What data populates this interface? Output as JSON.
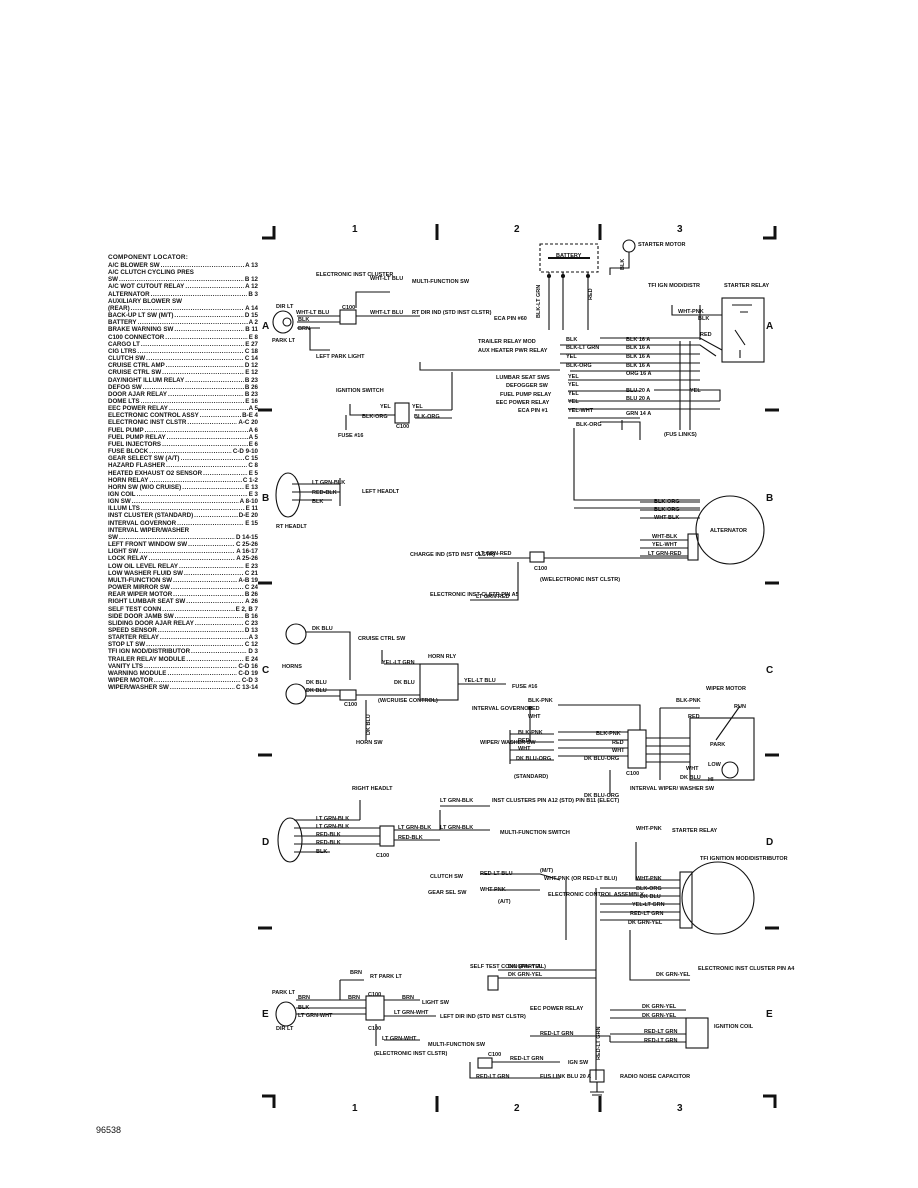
{
  "locator": {
    "title": "COMPONENT LOCATOR:",
    "items": [
      {
        "name": "A/C BLOWER SW",
        "ref": "A 13"
      },
      {
        "name": "A/C CLUTCH CYCLING PRES",
        "ref": ""
      },
      {
        "name": "   SW",
        "ref": "B 12"
      },
      {
        "name": "A/C WOT CUTOUT RELAY",
        "ref": "A 12"
      },
      {
        "name": "ALTERNATOR",
        "ref": "B 3"
      },
      {
        "name": "AUXILIARY BLOWER SW",
        "ref": ""
      },
      {
        "name": "   (REAR)",
        "ref": "A 14"
      },
      {
        "name": "BACK-UP LT SW (M/T)",
        "ref": "D 15"
      },
      {
        "name": "BATTERY",
        "ref": "A 2"
      },
      {
        "name": "BRAKE WARNING SW",
        "ref": "B 11"
      },
      {
        "name": "C100 CONNECTOR",
        "ref": "E 8"
      },
      {
        "name": "CARGO LT",
        "ref": "E 27"
      },
      {
        "name": "CIG LTRS",
        "ref": "C 18"
      },
      {
        "name": "CLUTCH SW",
        "ref": "C 14"
      },
      {
        "name": "CRUISE CTRL AMP",
        "ref": "D 12"
      },
      {
        "name": "CRUISE CTRL SW",
        "ref": "E 12"
      },
      {
        "name": "DAY/NIGHT ILLUM RELAY",
        "ref": "B 23"
      },
      {
        "name": "DEFOG SW",
        "ref": "B 26"
      },
      {
        "name": "DOOR AJAR RELAY",
        "ref": "B 23"
      },
      {
        "name": "DOME LTS",
        "ref": "E 16"
      },
      {
        "name": "EEC POWER RELAY",
        "ref": "A 5"
      },
      {
        "name": "ELECTRONIC CONTROL ASSY",
        "ref": "B-E 4"
      },
      {
        "name": "ELECTRONIC INST CLSTR",
        "ref": "A-C 20"
      },
      {
        "name": "FUEL PUMP",
        "ref": "A 6"
      },
      {
        "name": "FUEL PUMP RELAY",
        "ref": "A 5"
      },
      {
        "name": "FUEL INJECTORS",
        "ref": "E 6"
      },
      {
        "name": "FUSE BLOCK",
        "ref": "C-D 9-10"
      },
      {
        "name": "GEAR SELECT SW (A/T)",
        "ref": "C 15"
      },
      {
        "name": "HAZARD FLASHER",
        "ref": "C 8"
      },
      {
        "name": "HEATED EXHAUST O2 SENSOR",
        "ref": "E 5"
      },
      {
        "name": "HORN RELAY",
        "ref": "C 1-2"
      },
      {
        "name": "HORN SW (W/O CRUISE)",
        "ref": "E 13"
      },
      {
        "name": "IGN COIL",
        "ref": "E 3"
      },
      {
        "name": "IGN SW",
        "ref": "A 8-10"
      },
      {
        "name": "ILLUM LTS",
        "ref": "E 11"
      },
      {
        "name": "INST CLUSTER (STANDARD)",
        "ref": "D-E 20"
      },
      {
        "name": "INTERVAL GOVERNOR",
        "ref": "E 15"
      },
      {
        "name": "INTERVAL WIPER/WASHER",
        "ref": ""
      },
      {
        "name": "   SW",
        "ref": "D 14-15"
      },
      {
        "name": "LEFT FRONT WINDOW SW",
        "ref": "C 25-26"
      },
      {
        "name": "LIGHT SW",
        "ref": "A 16-17"
      },
      {
        "name": "LOCK RELAY",
        "ref": "A 25-26"
      },
      {
        "name": "LOW OIL LEVEL RELAY",
        "ref": "E 23"
      },
      {
        "name": "LOW WASHER FLUID SW",
        "ref": "C 21"
      },
      {
        "name": "MULTI-FUNCTION SW",
        "ref": "A-B 19"
      },
      {
        "name": "POWER MIRROR SW",
        "ref": "C 24"
      },
      {
        "name": "REAR WIPER MOTOR",
        "ref": "B 26"
      },
      {
        "name": "RIGHT LUMBAR SEAT SW",
        "ref": "A 26"
      },
      {
        "name": "SELF TEST CONN",
        "ref": "E 2, B 7"
      },
      {
        "name": "SIDE DOOR JAMB SW",
        "ref": "B 16"
      },
      {
        "name": "SLIDING DOOR AJAR RELAY",
        "ref": "C 23"
      },
      {
        "name": "SPEED SENSOR",
        "ref": "D 13"
      },
      {
        "name": "STARTER RELAY",
        "ref": "A 3"
      },
      {
        "name": "STOP LT SW",
        "ref": "C 12"
      },
      {
        "name": "TFI IGN MOD/DISTRIBUTOR",
        "ref": "D 3"
      },
      {
        "name": "TRAILER RELAY MODULE",
        "ref": "E 24"
      },
      {
        "name": "VANITY LTS",
        "ref": "C-D 16"
      },
      {
        "name": "WARNING MODULE",
        "ref": "C-D 19"
      },
      {
        "name": "WIPER MOTOR",
        "ref": "C-D 3"
      },
      {
        "name": "WIPER/WASHER SW",
        "ref": "C 13-14"
      }
    ]
  },
  "grid": {
    "columns": [
      "1",
      "2",
      "3"
    ],
    "rows": [
      "A",
      "B",
      "C",
      "D",
      "E"
    ]
  },
  "figure_number": "96538",
  "labels": {
    "starter_motor": "STARTER MOTOR",
    "battery": "BATTERY",
    "blk": "BLK",
    "red": "RED",
    "blk_lt_grn": "BLK-LT GRN",
    "eca_pin60": "ECA PIN #60",
    "tfi_ign_mod": "TFI IGN MOD/DISTR",
    "starter_relay": "STARTER RELAY",
    "wht_pnk": "WHT-PNK",
    "electronic_inst_cluster": "ELECTRONIC INST CLUSTER",
    "wht_lt_blu": "WHT-LT BLU",
    "multi_function_sw": "MULTI-FUNCTION SW",
    "dir_lt": "DIR LT",
    "c100": "C100",
    "rt_dir_ind": "RT DIR IND (STD INST CLSTR)",
    "park_lt": "PARK LT",
    "brn": "BRN",
    "left_park_light": "LEFT PARK LIGHT",
    "trailer_relay_mod": "TRAILER RELAY MOD",
    "aux_heater_pwr_relay": "AUX HEATER PWR RELAY",
    "lumbar_seat_sws": "LUMBAR SEAT SWS",
    "defogger_sw": "DEFOGGER SW",
    "fuel_pump_relay": "FUEL PUMP RELAY",
    "eec_power_relay": "EEC POWER RELAY",
    "eca_pin1": "ECA PIN #1",
    "blk_lt_grn_w": "BLK-LT GRN",
    "yel": "YEL",
    "blk_org": "BLK-ORG",
    "yel_wht": "YEL-WHT",
    "blk16a": "BLK 16 A",
    "org16a": "ORG 16 A",
    "blu20a": "BLU 20 A",
    "grn14a": "GRN 14 A",
    "fus_links": "(FUS LINKS)",
    "ignition_switch": "IGNITION SWITCH",
    "fuse16": "FUSE #16",
    "lt_grn_blk": "LT GRN-BLK",
    "red_blk": "RED-BLK",
    "left_headlt": "LEFT HEADLT",
    "rt_headlt": "RT HEADLT",
    "wht_blk": "WHT-BLK",
    "yel_wht2": "YEL-WHT",
    "lt_grn_red": "LT GRN-RED",
    "alternator": "ALTERNATOR",
    "charge_ind": "CHARGE IND (STD INST CLSTR)",
    "w_electronic_inst_clstr": "(W/ELECTRONIC INST CLSTR)",
    "electronic_inst_clstr_pin_a5": "ELECTRONIC INST CLSTR PIN A5",
    "dk_blu": "DK BLU",
    "cruise_ctrl_sw": "CRUISE CTRL SW",
    "horn_rly": "HORN RLY",
    "yel_lt_grn": "YEL-LT GRN",
    "yel_lt_blu": "YEL-LT BLU",
    "fuse16b": "FUSE #16",
    "horns": "HORNS",
    "w_cruise_control": "(W/CRUISE CONTROL)",
    "horn_sw": "HORN SW",
    "wiper_motor": "WIPER MOTOR",
    "blk_pnk": "BLK-PNK",
    "wht": "WHT",
    "dkblu_org": "DK BLU-ORG",
    "interval_governor": "INTERVAL GOVERNOR",
    "wiper_washer_sw": "WIPER/ WASHER SW",
    "standard": "(STANDARD)",
    "interval_wiper_washer_sw": "INTERVAL WIPER/ WASHER SW",
    "run": "RUN",
    "park": "PARK",
    "low": "LOW",
    "hi": "HI",
    "right_headlt": "RIGHT HEADLT",
    "inst_clusters": "INST CLUSTERS PIN A12 (STD) PIN B11 (ELECT)",
    "multi_function_switch": "MULTI-FUNCTION SWITCH",
    "starter_relay2": "STARTER RELAY",
    "clutch_sw": "CLUTCH SW",
    "red_lt_blu": "RED-LT BLU",
    "mt": "(M/T)",
    "wht_pnk_or": "WHT-PNK (OR RED-LT BLU)",
    "gear_sel_sw": "GEAR SEL SW",
    "at": "(A/T)",
    "electronic_control_assembly": "ELECTRONIC CONTROL ASSEMBLY",
    "tfi_ignition": "TFI IGNITION MOD/DISTRIBUTOR",
    "yel_lt_grn2": "YEL-LT GRN",
    "red_lt_grn": "RED-LT GRN",
    "dk_grn_yel": "DK GRN-YEL",
    "self_test_conn": "SELF TEST CONN (PARTIAL)",
    "rt_park_lt": "RT PARK LT",
    "light_sw": "LIGHT SW",
    "left_dir_ind": "LEFT DIR IND (STD INST CLSTR)",
    "lt_grn_wht": "LT GRN-WHT",
    "eec_power_relay2": "EEC POWER RELAY",
    "electronic_inst_cluster_a4": "ELECTRONIC INST CLUSTER PIN A4",
    "ignition_coil": "IGNITION COIL",
    "electronic_inst_clstr2": "(ELECTRONIC INST CLSTR)",
    "ign_sw": "IGN SW",
    "fus_link": "FUS LINK BLU 20 A",
    "radio_noise_capacitor": "RADIO NOISE CAPACITOR"
  }
}
